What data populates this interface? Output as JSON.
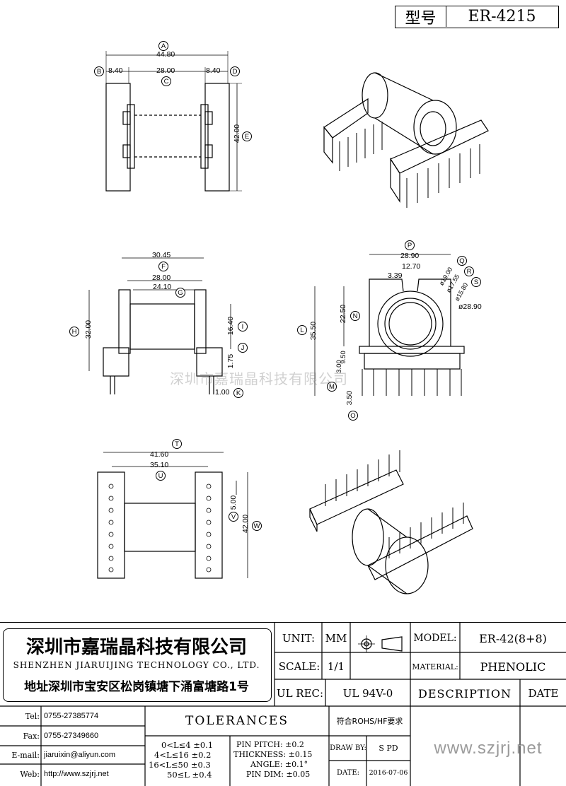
{
  "header": {
    "type_label": "型号",
    "type_value": "ER-4215"
  },
  "watermark": "深圳市嘉瑞晶科技有限公司",
  "top_view": {
    "A": "A",
    "B": "B",
    "C": "C",
    "D": "D",
    "E": "E",
    "dim_overall": "44.80",
    "dim_left": "8.40",
    "dim_center": "28.00",
    "dim_right": "8.40",
    "dim_height": "42.00"
  },
  "side_view": {
    "F": "F",
    "G": "G",
    "H": "H",
    "I": "I",
    "J": "J",
    "K": "K",
    "dim_f": "30.45",
    "dim_g1": "28.00",
    "dim_g2": "24.10",
    "dim_h": "32.00",
    "dim_i": "16.40",
    "dim_j": "1.75",
    "dim_k": "1.00"
  },
  "front_view": {
    "P": "P",
    "Q": "Q",
    "R": "R",
    "S": "S",
    "L": "L",
    "N": "N",
    "M": "M",
    "O": "O",
    "dim_p": "28.90",
    "dim_q": "12.70",
    "dim_slot": "3.39",
    "dim_d1": "ø19.00",
    "dim_d2": "ø17.55",
    "dim_d3": "ø15.80",
    "dim_d4": "ø28.90",
    "dim_l": "35.50",
    "dim_n": "22.50",
    "dim_m1": "3.00",
    "dim_m2": "9.50",
    "dim_o": "3.50"
  },
  "bottom_view": {
    "T": "T",
    "U": "U",
    "V": "V",
    "W": "W",
    "dim_t": "41.60",
    "dim_u": "35.10",
    "dim_v": "5.00",
    "dim_w": "42.00"
  },
  "title_block": {
    "company_cn": "深圳市嘉瑞晶科技有限公司",
    "company_en": "SHENZHEN JIARUIJING TECHNOLOGY CO., LTD.",
    "address": "地址深圳市宝安区松岗镇塘下涌富塘路1号",
    "unit_label": "UNIT:",
    "unit_value": "MM",
    "scale_label": "SCALE:",
    "scale_value": "1/1",
    "model_label": "MODEL:",
    "model_value": "ER-42(8+8)",
    "material_label": "MATERIAL:",
    "material_value": "PHENOLIC",
    "ulrec_label": "UL REC:",
    "ulrec_value": "UL 94V-0",
    "description": "DESCRIPTION",
    "date_header": "DATE",
    "tel_label": "Tel:",
    "tel_value": "0755-27385774",
    "fax_label": "Fax:",
    "fax_value": "0755-27349660",
    "email_label": "E-mail:",
    "email_value": "jiaruixin@aliyun.com",
    "web_label": "Web:",
    "web_value": "http://www.szjrj.net",
    "tolerances": "TOLERANCES",
    "rohs": "符合ROHS/HF要求",
    "tol_rows": [
      "0<L≤4 ±0.1",
      "4<L≤16 ±0.2",
      "16<L≤50 ±0.3",
      "50≤L ±0.4"
    ],
    "tol_rows2": [
      "PIN PITCH: ±0.2",
      "THICKNESS: ±0.15",
      "ANGLE: ±0.1°",
      "PIN DIM: ±0.05"
    ],
    "draw_by_label": "DRAW BY:",
    "draw_by_value": "S PD",
    "date_label": "DATE:",
    "date_value": "2016-07-06",
    "website": "www.szjrj.net"
  }
}
